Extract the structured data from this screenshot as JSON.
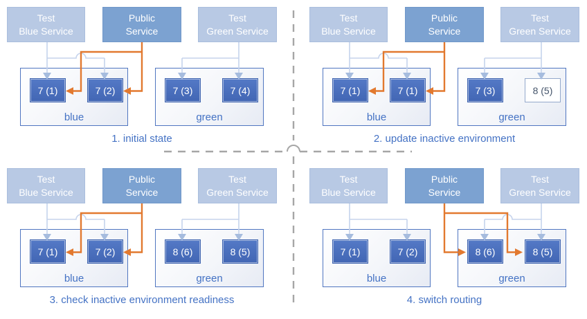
{
  "colors": {
    "accent_orange": "#E2792F",
    "primary_blue": "#4472C4",
    "pod_fill_blue": "#4B70BD",
    "service_light_blue": "#B8C9E4",
    "service_medium_blue": "#7CA2D1",
    "connector_line_blue": "#C5D3EC",
    "connector_arrow_blue": "#A6BCDE",
    "env_border_blue": "#4F75C0",
    "outlined_pod_text": "#44546A",
    "divider_gray": "#A6A6A6"
  },
  "quadrants": [
    {
      "caption": "1. initial state",
      "services": [
        {
          "lines": [
            "Test",
            "Blue Service"
          ]
        },
        {
          "lines": [
            "Public",
            "Service"
          ]
        },
        {
          "lines": [
            "Test",
            "Green Service"
          ]
        }
      ],
      "environments": [
        {
          "label": "blue",
          "pods": [
            {
              "label": "7 (1)",
              "outlined": false
            },
            {
              "label": "7 (2)",
              "outlined": false
            }
          ]
        },
        {
          "label": "green",
          "pods": [
            {
              "label": "7 (3)",
              "outlined": false
            },
            {
              "label": "7 (4)",
              "outlined": false
            }
          ]
        }
      ],
      "routing": {
        "public_to": "blue"
      }
    },
    {
      "caption": "2. update inactive environment",
      "services": [
        {
          "lines": [
            "Test",
            "Blue Service"
          ]
        },
        {
          "lines": [
            "Public",
            "Service"
          ]
        },
        {
          "lines": [
            "Test",
            "Green Service"
          ]
        }
      ],
      "environments": [
        {
          "label": "blue",
          "pods": [
            {
              "label": "7 (1)",
              "outlined": false
            },
            {
              "label": "7 (1)",
              "outlined": false
            }
          ]
        },
        {
          "label": "green",
          "pods": [
            {
              "label": "7 (3)",
              "outlined": false
            },
            {
              "label": "8 (5)",
              "outlined": true
            }
          ]
        }
      ],
      "routing": {
        "public_to": "blue"
      }
    },
    {
      "caption": "3. check inactive environment readiness",
      "services": [
        {
          "lines": [
            "Test",
            "Blue Service"
          ]
        },
        {
          "lines": [
            "Public",
            "Service"
          ]
        },
        {
          "lines": [
            "Test",
            "Green Service"
          ]
        }
      ],
      "environments": [
        {
          "label": "blue",
          "pods": [
            {
              "label": "7 (1)",
              "outlined": false
            },
            {
              "label": "7 (2)",
              "outlined": false
            }
          ]
        },
        {
          "label": "green",
          "pods": [
            {
              "label": "8 (6)",
              "outlined": false
            },
            {
              "label": "8 (5)",
              "outlined": false
            }
          ]
        }
      ],
      "routing": {
        "public_to": "blue"
      }
    },
    {
      "caption": "4. switch routing",
      "services": [
        {
          "lines": [
            "Test",
            "Blue Service"
          ]
        },
        {
          "lines": [
            "Public",
            "Service"
          ]
        },
        {
          "lines": [
            "Test",
            "Green Service"
          ]
        }
      ],
      "environments": [
        {
          "label": "blue",
          "pods": [
            {
              "label": "7 (1)",
              "outlined": false
            },
            {
              "label": "7 (2)",
              "outlined": false
            }
          ]
        },
        {
          "label": "green",
          "pods": [
            {
              "label": "8 (6)",
              "outlined": false
            },
            {
              "label": "8 (5)",
              "outlined": false
            }
          ]
        }
      ],
      "routing": {
        "public_to": "green"
      }
    }
  ]
}
